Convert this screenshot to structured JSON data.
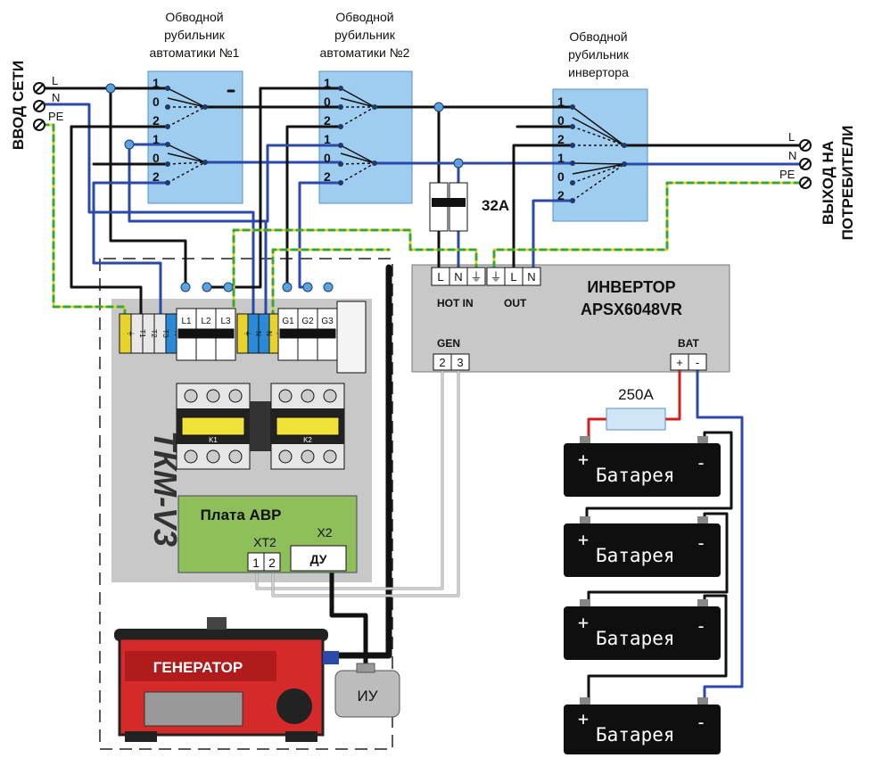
{
  "colors": {
    "switch_fill": "#9ecdf0",
    "panel": "#c8c8c8",
    "avr_board": "#8fbf5a",
    "battery": "#0f0f0f",
    "generator": "#d42a2a",
    "wire_blue": "#2b49a8",
    "wire_red": "#d41e1e",
    "pe_yellow": "#e8d22e",
    "pe_green": "#3aa53a"
  },
  "input": {
    "title": "ВВОД СЕТИ",
    "terminals": [
      "L",
      "N",
      "PE"
    ]
  },
  "output": {
    "title_line1": "ВЫХОД НА",
    "title_line2": "ПОТРЕБИТЕЛИ",
    "terminals": [
      "L",
      "N",
      "PE"
    ]
  },
  "switches": [
    {
      "line1": "Обводной",
      "line2": "рубильник",
      "line3": "автоматики №1",
      "positions": [
        "1",
        "0",
        "2",
        "1",
        "0",
        "2"
      ]
    },
    {
      "line1": "Обводной",
      "line2": "рубильник",
      "line3": "автоматики №2",
      "positions": [
        "1",
        "0",
        "2",
        "1",
        "0",
        "2"
      ]
    },
    {
      "line1": "Обводной",
      "line2": "рубильник",
      "line3": "инвертора",
      "positions": [
        "1",
        "0",
        "2",
        "1",
        "0",
        "2"
      ]
    }
  ],
  "breaker": {
    "label": "32A"
  },
  "inverter": {
    "title": "ИНВЕРТОР",
    "model": "APSX6048VR",
    "hot_in_label": "HOT IN",
    "out_label": "OUT",
    "terminals": [
      "L",
      "N",
      "⏚",
      "⏚",
      "L",
      "N"
    ],
    "gen_label": "GEN",
    "gen_terminals": [
      "2",
      "3"
    ],
    "bat_label": "BAT",
    "bat_terminals": [
      "+",
      "-"
    ]
  },
  "tkm": {
    "title": "ТКМ-V3",
    "left_terminals": [
      "⏚",
      "T1",
      "T2",
      "T3",
      "N"
    ],
    "l_breakers": [
      "L1",
      "L2",
      "L3"
    ],
    "mid_terminals": [
      "⏚",
      "N",
      "N",
      "⏚"
    ],
    "g_breakers": [
      "G1",
      "G2",
      "G3"
    ],
    "contactors": [
      "K1",
      "K2"
    ],
    "avr": {
      "title": "Плата АВР",
      "xt2_label": "XT2",
      "xt2_pins": [
        "1",
        "2"
      ],
      "x2_label": "X2",
      "x2_pin": "ДУ"
    }
  },
  "fuse": {
    "label": "250A"
  },
  "batteries": [
    {
      "plus": "+",
      "name": "Батарея",
      "minus": "-"
    },
    {
      "plus": "+",
      "name": "Батарея",
      "minus": "-"
    },
    {
      "plus": "+",
      "name": "Батарея",
      "minus": "-"
    },
    {
      "plus": "+",
      "name": "Батарея",
      "minus": "-"
    }
  ],
  "generator": {
    "label": "ГЕНЕРАТОР"
  },
  "iu": {
    "label": "ИУ"
  }
}
